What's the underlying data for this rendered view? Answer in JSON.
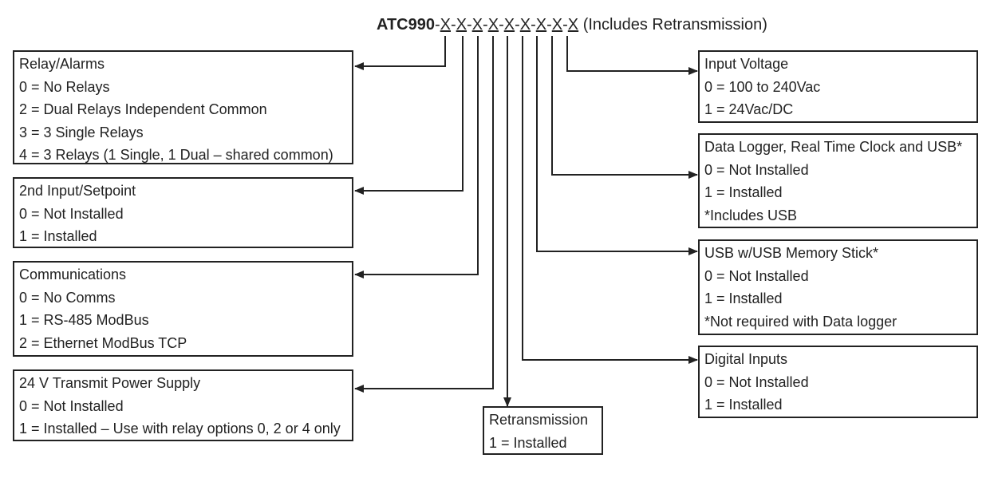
{
  "title": {
    "model": "ATC990",
    "segments": [
      "X",
      "X",
      "X",
      "X",
      "X",
      "X",
      "X",
      "X",
      "X"
    ],
    "note": "(Includes Retransmission)"
  },
  "boxes": {
    "relay_alarms": [
      "Relay/Alarms",
      "0 = No Relays",
      "2 = Dual Relays Independent Common",
      "3 = 3 Single Relays",
      "4 = 3 Relays (1 Single, 1 Dual – shared common)"
    ],
    "input2_setpoint": [
      "2nd Input/Setpoint",
      "0 = Not Installed",
      "1 = Installed"
    ],
    "communications": [
      "Communications",
      "0 = No Comms",
      "1 = RS-485 ModBus",
      "2 = Ethernet ModBus TCP"
    ],
    "transmit_power": [
      "24 V Transmit Power Supply",
      "0 = Not Installed",
      "1 = Installed – Use with relay options 0, 2 or 4 only"
    ],
    "retransmission": [
      "Retransmission",
      "1 = Installed"
    ],
    "input_voltage": [
      "Input Voltage",
      "0 = 100 to 240Vac",
      "1 = 24Vac/DC"
    ],
    "data_logger": [
      "Data Logger, Real Time Clock and USB*",
      "0 = Not Installed",
      "1 = Installed",
      "*Includes USB"
    ],
    "usb_memory": [
      "USB w/USB Memory Stick*",
      "0 = Not Installed",
      "1 = Installed",
      "*Not required with Data logger"
    ],
    "digital_inputs": [
      "Digital Inputs",
      "0 = Not Installed",
      "1 = Installed"
    ]
  }
}
